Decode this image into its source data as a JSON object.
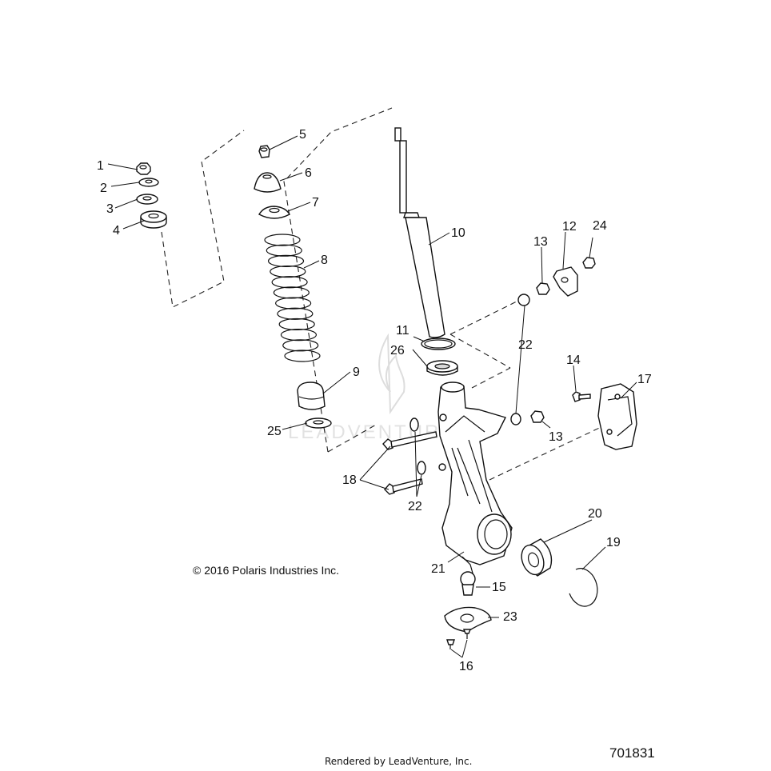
{
  "diagram": {
    "copyright": "© 2016 Polaris Industries Inc.",
    "rendered_by": "Rendered by LeadVenture, Inc.",
    "drawing_number": "701831",
    "watermark": "LEADVENTURE",
    "callouts": [
      {
        "id": "c1",
        "label": "1"
      },
      {
        "id": "c2",
        "label": "2"
      },
      {
        "id": "c3",
        "label": "3"
      },
      {
        "id": "c4",
        "label": "4"
      },
      {
        "id": "c5",
        "label": "5"
      },
      {
        "id": "c6",
        "label": "6"
      },
      {
        "id": "c7",
        "label": "7"
      },
      {
        "id": "c8",
        "label": "8"
      },
      {
        "id": "c9",
        "label": "9"
      },
      {
        "id": "c10",
        "label": "10"
      },
      {
        "id": "c11",
        "label": "11"
      },
      {
        "id": "c12",
        "label": "12"
      },
      {
        "id": "c13a",
        "label": "13"
      },
      {
        "id": "c13b",
        "label": "13"
      },
      {
        "id": "c14",
        "label": "14"
      },
      {
        "id": "c15",
        "label": "15"
      },
      {
        "id": "c16",
        "label": "16"
      },
      {
        "id": "c17",
        "label": "17"
      },
      {
        "id": "c18",
        "label": "18"
      },
      {
        "id": "c19",
        "label": "19"
      },
      {
        "id": "c20",
        "label": "20"
      },
      {
        "id": "c21",
        "label": "21"
      },
      {
        "id": "c22a",
        "label": "22"
      },
      {
        "id": "c22b",
        "label": "22"
      },
      {
        "id": "c23",
        "label": "23"
      },
      {
        "id": "c24",
        "label": "24"
      },
      {
        "id": "c25",
        "label": "25"
      },
      {
        "id": "c26",
        "label": "26"
      }
    ]
  }
}
